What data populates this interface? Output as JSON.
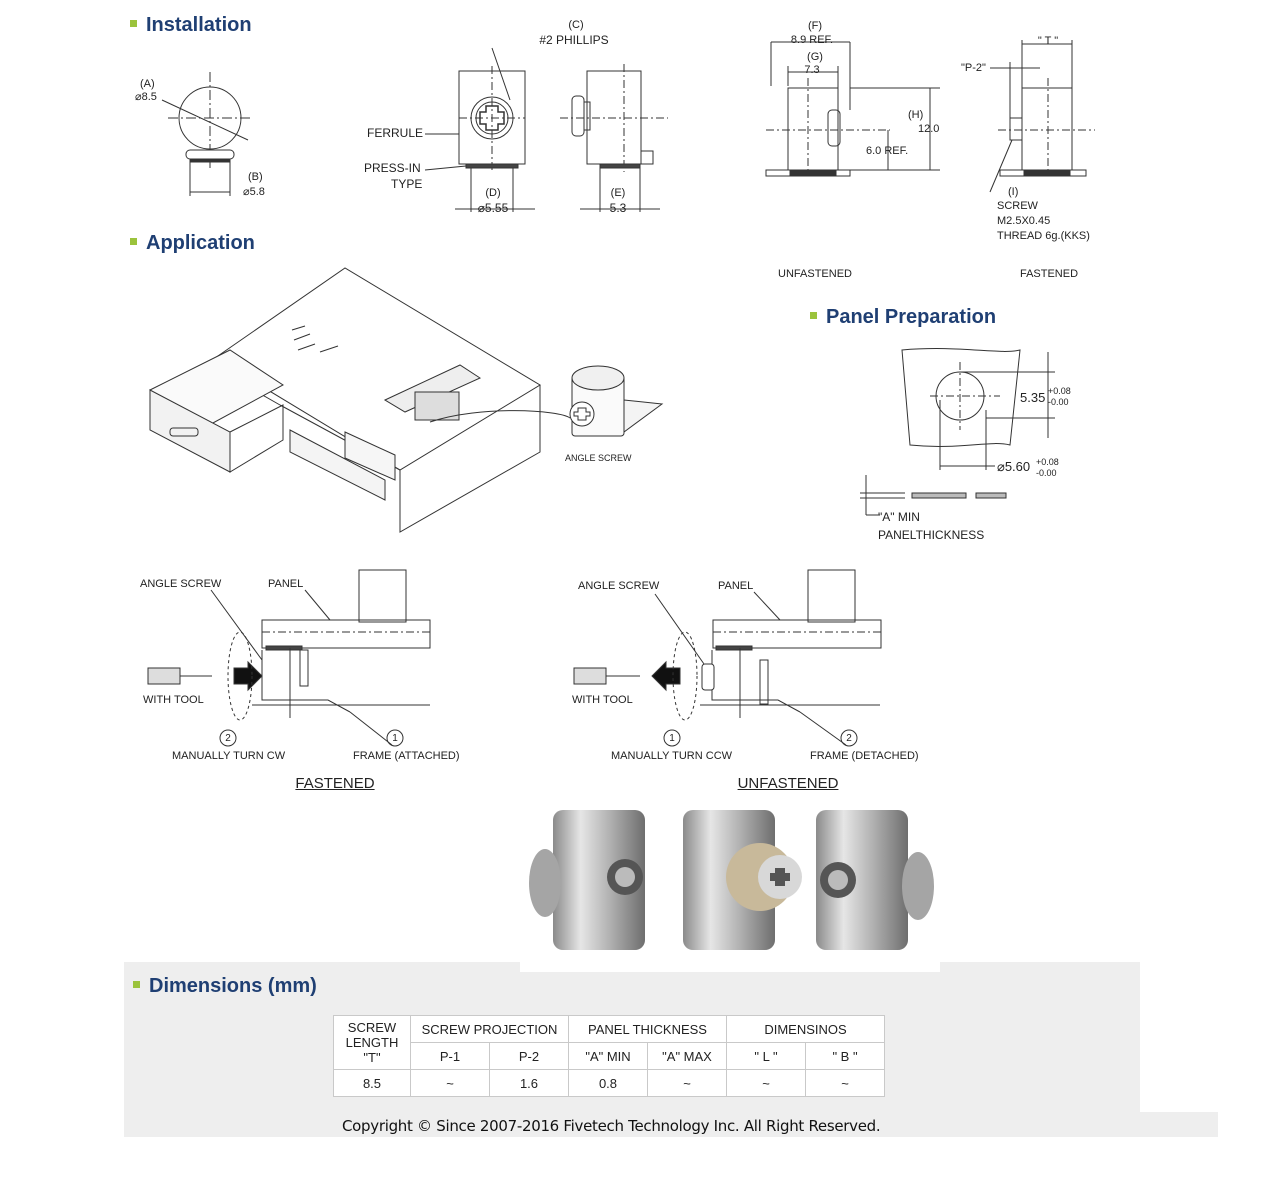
{
  "headings": {
    "installation": "Installation",
    "application": "Application",
    "panel_preparation": "Panel Preparation",
    "dimensions": "Dimensions (mm)"
  },
  "installation_labels": {
    "a_tag": "(A)",
    "a_val": "⌀8.5",
    "b_tag": "(B)",
    "b_val": "⌀5.8",
    "c_tag": "(C)",
    "c_val": "#2 PHILLIPS",
    "ferrule": "FERRULE",
    "press_in_1": "PRESS-IN",
    "press_in_2": "TYPE",
    "d_tag": "(D)",
    "d_val": "⌀5.55",
    "e_tag": "(E)",
    "e_val": "5.3",
    "f_tag": "(F)",
    "f_val": "8.9 REF.",
    "g_tag": "(G)",
    "g_val": "7.3",
    "h_tag": "(H)",
    "h_val": "12.0",
    "ref6": "6.0 REF.",
    "t_label": "\" T \"",
    "p2_label": "\"P-2\"",
    "i_tag": "(I)",
    "screw_1": "SCREW",
    "screw_2": "M2.5X0.45",
    "screw_3": "THREAD 6g.(KKS)",
    "unfastened": "UNFASTENED",
    "fastened": "FASTENED"
  },
  "application_labels": {
    "angle_screw": "ANGLE SCREW"
  },
  "panel_prep_labels": {
    "dim1": "5.35",
    "dim1_tol_plus": "+0.08",
    "dim1_tol_minus": "-0.00",
    "dim2": "⌀5.60",
    "dim2_tol_plus": "+0.08",
    "dim2_tol_minus": "-0.00",
    "a_min": "\"A\" MIN",
    "panel_thickness": "PANELTHICKNESS"
  },
  "operation_labels": {
    "left": {
      "angle_screw": "ANGLE SCREW",
      "panel": "PANEL",
      "with_tool": "WITH TOOL",
      "step_a_num": "2",
      "step_a": "MANUALLY TURN CW",
      "step_b_num": "1",
      "step_b": "FRAME (ATTACHED)",
      "caption": "FASTENED"
    },
    "right": {
      "angle_screw": "ANGLE SCREW",
      "panel": "PANEL",
      "with_tool": "WITH TOOL",
      "step_a_num": "1",
      "step_a": "MANUALLY TURN CCW",
      "step_b_num": "2",
      "step_b": "FRAME (DETACHED)",
      "caption": "UNFASTENED"
    }
  },
  "dimensions_table": {
    "header_screw_length": [
      "SCREW",
      "LENGTH",
      "\"T\""
    ],
    "group_headers": [
      "SCREW PROJECTION",
      "PANEL THICKNESS",
      "DIMENSINOS"
    ],
    "sub_headers": [
      "P-1",
      "P-2",
      "\"A\" MIN",
      "\"A\" MAX",
      "\" L \"",
      "\" B \""
    ],
    "row": [
      "8.5",
      "~",
      "1.6",
      "0.8",
      "~",
      "~",
      "~"
    ]
  },
  "footer": {
    "copyright": "Copyright © Since 2007-2016 Fivetech Technology Inc. All Right Reserved."
  },
  "colors": {
    "heading": "#1f3f73",
    "bullet": "#9bc33c",
    "panel_bg": "#eeeeee",
    "table_border": "#c9c9c9"
  }
}
